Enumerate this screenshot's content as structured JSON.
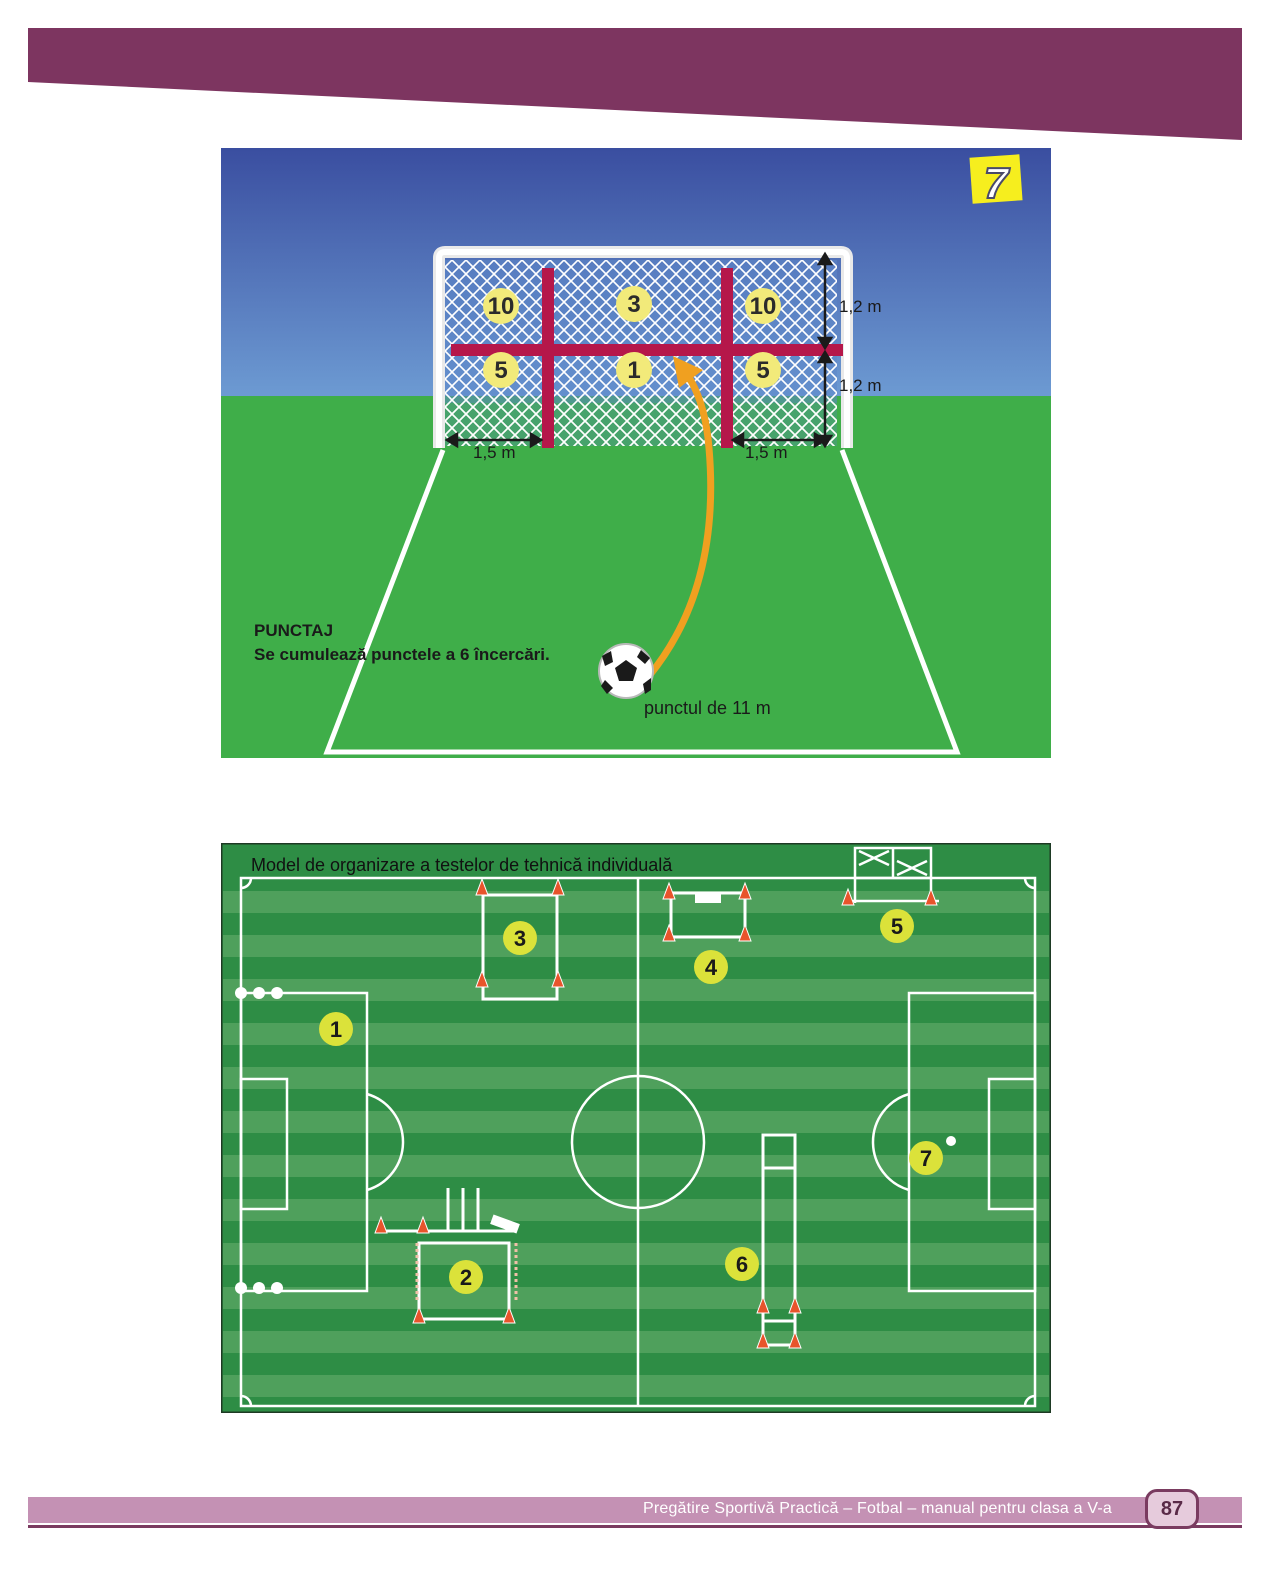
{
  "figure1": {
    "badge": "7",
    "zones_top": [
      "10",
      "3",
      "10"
    ],
    "zones_bottom": [
      "5",
      "1",
      "5"
    ],
    "dim_upper": "1,2 m",
    "dim_lower": "1,2 m",
    "dim_left": "1,5 m",
    "dim_right": "1,5 m",
    "score_title": "PUNCTAJ",
    "score_text": "Se cumulează punctele a 6 încercări.",
    "penalty_label": "punctul de 11 m",
    "colors": {
      "sky_top": "#3a4ea0",
      "sky_bottom": "#6d9bd3",
      "grass": "#3fae49",
      "target": "#b5174a",
      "trajectory": "#f0a020",
      "badge": "#f6ee1e"
    }
  },
  "figure2": {
    "caption": "Model de organizare a testelor de tehnică individuală",
    "stations": [
      "1",
      "2",
      "3",
      "4",
      "5",
      "6",
      "7"
    ],
    "colors": {
      "stripe_dark": "#2e8d45",
      "stripe_light": "#4fa05c",
      "station_marker": "#dbe23a",
      "cone": "#e8542b"
    }
  },
  "footer": {
    "text": "Pregătire Sportivă Practică – Fotbal – manual pentru clasa a V-a",
    "page_number": "87",
    "colors": {
      "band": "#7d3560",
      "bar": "#c491b4"
    }
  }
}
